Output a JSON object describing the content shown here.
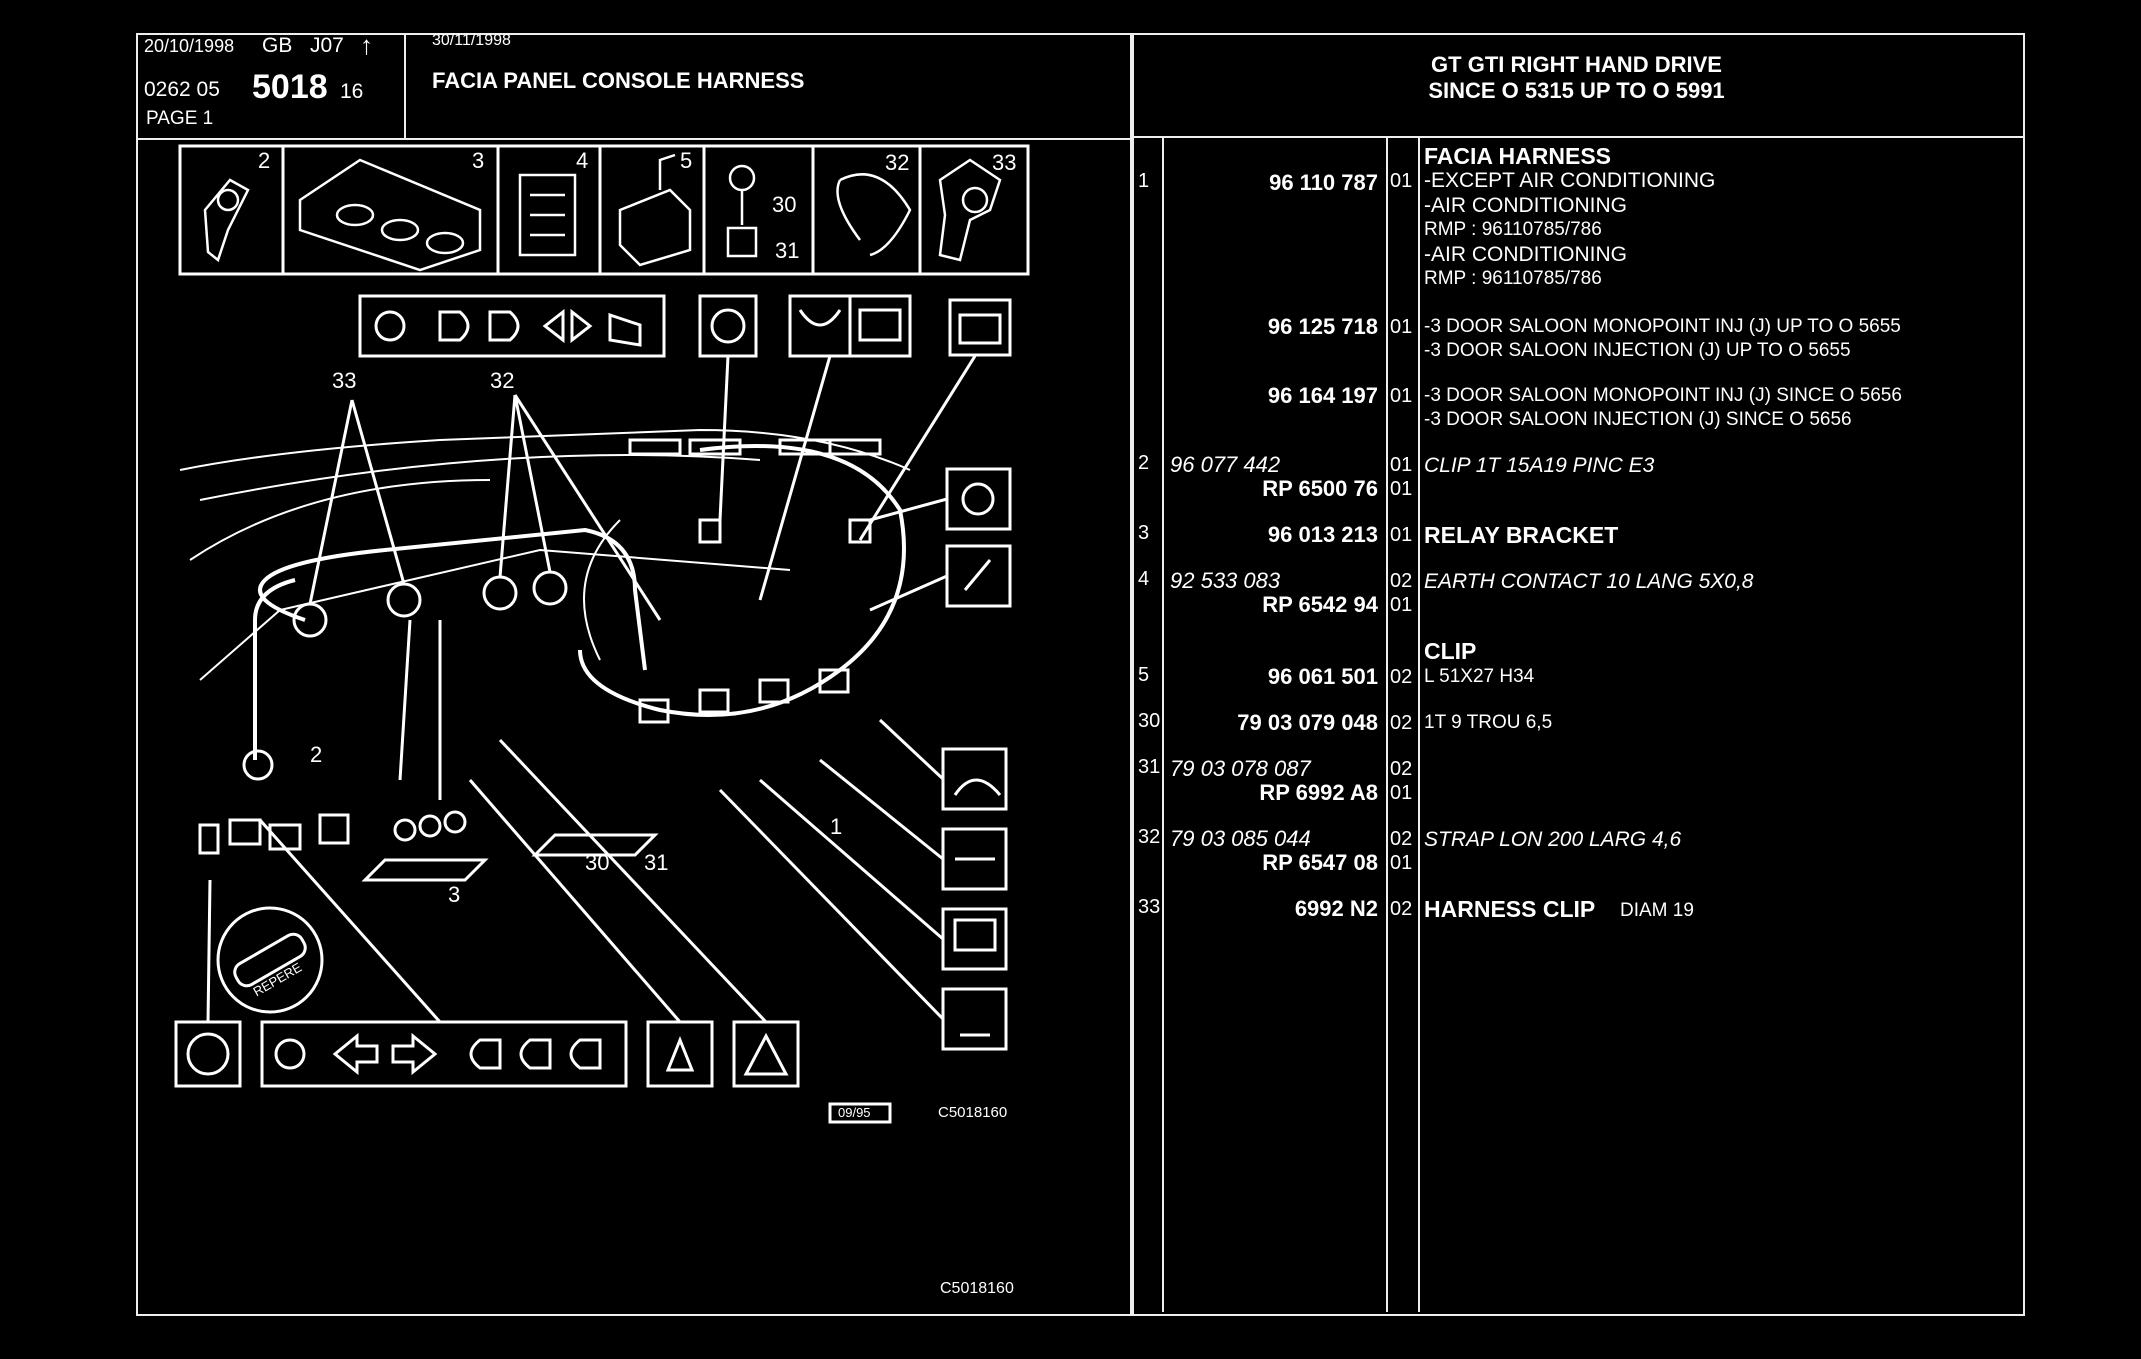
{
  "header": {
    "date1": "20/10/1998",
    "lang": "GB",
    "code": "J07",
    "arrow": "↑",
    "date2": "30/11/1998",
    "ref_prefix": "0262 05",
    "ref_main": "5018",
    "ref_suffix": "16",
    "page": "PAGE 1",
    "title": "FACIA PANEL CONSOLE HARNESS",
    "model_line1": "GT GTI RIGHT HAND DRIVE",
    "model_line2": "SINCE O  5315 UP  TO  O  5991"
  },
  "diagram": {
    "labels": [
      "2",
      "3",
      "4",
      "5",
      "32",
      "33",
      "30",
      "31",
      "33",
      "32",
      "2",
      "30",
      "31",
      "3",
      "1"
    ],
    "footer_code1": "09/95",
    "footer_code2": "C5018160",
    "bottom_code": "C5018160",
    "badge_text": "REPERE"
  },
  "parts": [
    {
      "ref": "1",
      "pn": "96 110 787",
      "qty": "01",
      "lines": [
        "FACIA HARNESS",
        "-EXCEPT  AIR CONDITIONING",
        "-AIR CONDITIONING",
        "RMP : 96110785/786",
        "-AIR CONDITIONING",
        "RMP : 96110785/786"
      ]
    },
    {
      "ref": "",
      "pn": "96 125 718",
      "qty": "01",
      "lines": [
        "-3 DOOR SALOON MONOPOINT INJ (J) UP TO  O  5655",
        "-3 DOOR SALOON INJECTION (J) UP  TO  O  5655"
      ]
    },
    {
      "ref": "",
      "pn": "96 164 197",
      "qty": "01",
      "lines": [
        "-3 DOOR SALOON MONOPOINT INJ (J) SINCE  O  5656",
        "-3 DOOR SALOON INJECTION (J) SINCE  O  5656"
      ]
    },
    {
      "ref": "2",
      "pn": "96 077 442",
      "pn2": "RP  6500 76",
      "qty": "01",
      "qty2": "01",
      "lines": [
        "CLIP 1T 15A19 PINC E3"
      ]
    },
    {
      "ref": "3",
      "pn": "96 013 213",
      "qty": "01",
      "lines": [
        "RELAY BRACKET"
      ]
    },
    {
      "ref": "4",
      "pn": "92 533 083",
      "pn2": "RP  6542 94",
      "qty": "02",
      "qty2": "01",
      "lines": [
        "EARTH CONTACT 10 LANG 5X0,8"
      ]
    },
    {
      "ref": "",
      "pn": "",
      "qty": "",
      "lines": [
        "CLIP"
      ]
    },
    {
      "ref": "5",
      "pn": "96 061 501",
      "qty": "02",
      "lines": [
        "L 51X27 H34"
      ]
    },
    {
      "ref": "30",
      "pn": "79 03 079 048",
      "qty": "02",
      "lines": [
        "1T 9 TROU 6,5"
      ]
    },
    {
      "ref": "31",
      "pn": "79 03 078 087",
      "pn2": "RP  6992 A8",
      "qty": "02",
      "qty2": "01",
      "lines": []
    },
    {
      "ref": "32",
      "pn": "79 03 085 044",
      "pn2": "RP  6547 08",
      "qty": "02",
      "qty2": "01",
      "lines": [
        "STRAP LON 200 LARG 4,6"
      ]
    },
    {
      "ref": "33",
      "pn": "6992 N2",
      "qty": "02",
      "lines": [
        "HARNESS CLIP",
        "DIAM 19"
      ]
    }
  ]
}
